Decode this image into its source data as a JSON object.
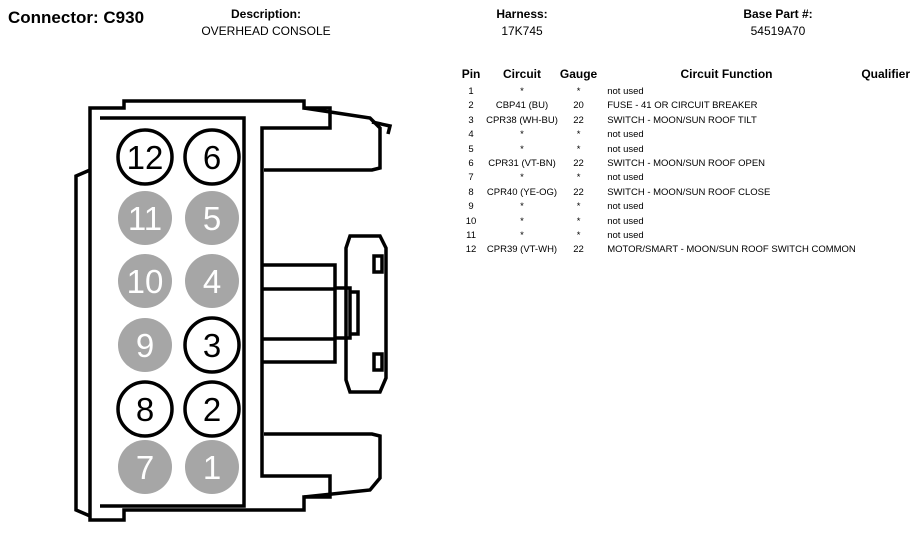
{
  "header": {
    "connector_label": "Connector: C930",
    "description_label": "Description:",
    "description_value": "OVERHEAD CONSOLE",
    "harness_label": "Harness:",
    "harness_value": "17K745",
    "base_part_label": "Base Part #:",
    "base_part_value": "54519A70"
  },
  "table": {
    "columns": [
      "Pin",
      "Circuit",
      "Gauge",
      "Circuit Function",
      "Qualifier"
    ],
    "rows": [
      {
        "pin": "1",
        "circuit": "*",
        "gauge": "*",
        "function": "not used",
        "qualifier": ""
      },
      {
        "pin": "2",
        "circuit": "CBP41 (BU)",
        "gauge": "20",
        "function": "FUSE - 41 OR CIRCUIT BREAKER",
        "qualifier": ""
      },
      {
        "pin": "3",
        "circuit": "CPR38 (WH-BU)",
        "gauge": "22",
        "function": "SWITCH - MOON/SUN ROOF TILT",
        "qualifier": ""
      },
      {
        "pin": "4",
        "circuit": "*",
        "gauge": "*",
        "function": "not used",
        "qualifier": ""
      },
      {
        "pin": "5",
        "circuit": "*",
        "gauge": "*",
        "function": "not used",
        "qualifier": ""
      },
      {
        "pin": "6",
        "circuit": "CPR31 (VT-BN)",
        "gauge": "22",
        "function": "SWITCH - MOON/SUN ROOF OPEN",
        "qualifier": ""
      },
      {
        "pin": "7",
        "circuit": "*",
        "gauge": "*",
        "function": "not used",
        "qualifier": ""
      },
      {
        "pin": "8",
        "circuit": "CPR40 (YE-OG)",
        "gauge": "22",
        "function": "SWITCH - MOON/SUN ROOF CLOSE",
        "qualifier": ""
      },
      {
        "pin": "9",
        "circuit": "*",
        "gauge": "*",
        "function": "not used",
        "qualifier": ""
      },
      {
        "pin": "10",
        "circuit": "*",
        "gauge": "*",
        "function": "not used",
        "qualifier": ""
      },
      {
        "pin": "11",
        "circuit": "*",
        "gauge": "*",
        "function": "not used",
        "qualifier": ""
      },
      {
        "pin": "12",
        "circuit": "CPR39 (VT-WH)",
        "gauge": "22",
        "function": "MOTOR/SMART - MOON/SUN ROOF SWITCH COMMON",
        "qualifier": ""
      }
    ]
  },
  "connector": {
    "pins": [
      {
        "label": "12",
        "used": true
      },
      {
        "label": "6",
        "used": true
      },
      {
        "label": "11",
        "used": false
      },
      {
        "label": "5",
        "used": false
      },
      {
        "label": "10",
        "used": false
      },
      {
        "label": "4",
        "used": false
      },
      {
        "label": "9",
        "used": false
      },
      {
        "label": "3",
        "used": true
      },
      {
        "label": "8",
        "used": true
      },
      {
        "label": "2",
        "used": true
      },
      {
        "label": "7",
        "used": false
      },
      {
        "label": "1",
        "used": false
      }
    ],
    "colors": {
      "used_fill": "#ffffff",
      "unused_fill": "#a6a6a6",
      "stroke": "#000000",
      "unused_text": "#ffffff"
    }
  }
}
